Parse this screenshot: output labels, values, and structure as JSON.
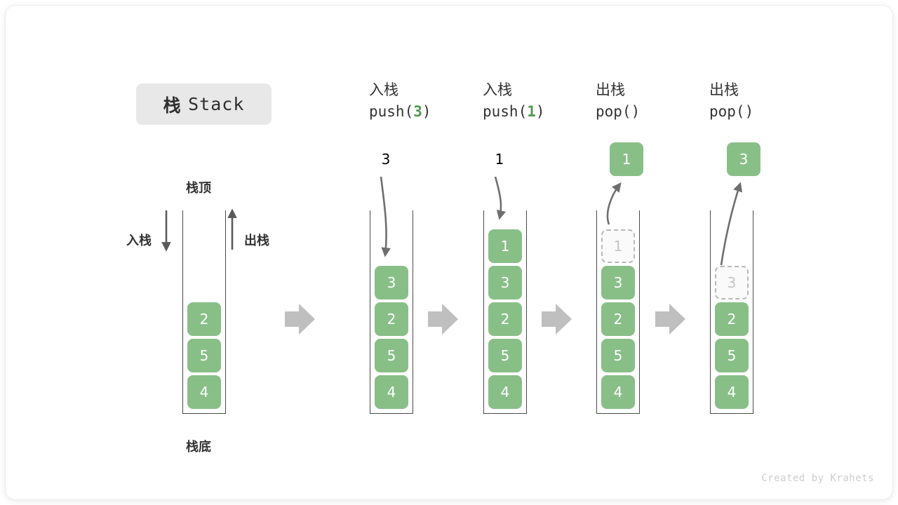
{
  "title": {
    "cn": "栈",
    "en": "Stack"
  },
  "labels": {
    "top": "栈顶",
    "bottom": "栈底",
    "push": "入栈",
    "pop": "出栈"
  },
  "watermark": "Created by Krahets",
  "colors": {
    "cell_fill": "#88bf87",
    "cell_text": "#ffffff",
    "ghost_fill": "#fafafa",
    "ghost_border": "#b8b8b8",
    "ghost_text": "#c4c4c4",
    "accent_green": "#4f9a52",
    "arrow_gray": "#6e6e6e",
    "flow_arrow": "#bfbfbf",
    "wall": "#4a4a4a",
    "chip_bg": "#e8e8e8"
  },
  "columns": [
    {
      "id": "initial",
      "head_line1": "",
      "head_line2": "",
      "stack": [
        "2",
        "5",
        "4"
      ],
      "ghost_index": -1,
      "float_value": "",
      "pending_value": ""
    },
    {
      "id": "push-3",
      "head_line1": "入栈",
      "head_line2_prefix": "push(",
      "head_line2_value": "3",
      "head_line2_suffix": ")",
      "stack": [
        "3",
        "2",
        "5",
        "4"
      ],
      "ghost_index": -1,
      "pending_value": "3"
    },
    {
      "id": "push-1",
      "head_line1": "入栈",
      "head_line2_prefix": "push(",
      "head_line2_value": "1",
      "head_line2_suffix": ")",
      "stack": [
        "1",
        "3",
        "2",
        "5",
        "4"
      ],
      "ghost_index": -1,
      "pending_value": "1"
    },
    {
      "id": "pop-1",
      "head_line1": "出栈",
      "head_line2_prefix": "pop(",
      "head_line2_value": "",
      "head_line2_suffix": ")",
      "stack": [
        "1",
        "3",
        "2",
        "5",
        "4"
      ],
      "ghost_index": 0,
      "float_value": "1"
    },
    {
      "id": "pop-2",
      "head_line1": "出栈",
      "head_line2_prefix": "pop(",
      "head_line2_value": "",
      "head_line2_suffix": ")",
      "stack": [
        "3",
        "2",
        "5",
        "4"
      ],
      "ghost_index": 0,
      "float_value": "3"
    }
  ]
}
